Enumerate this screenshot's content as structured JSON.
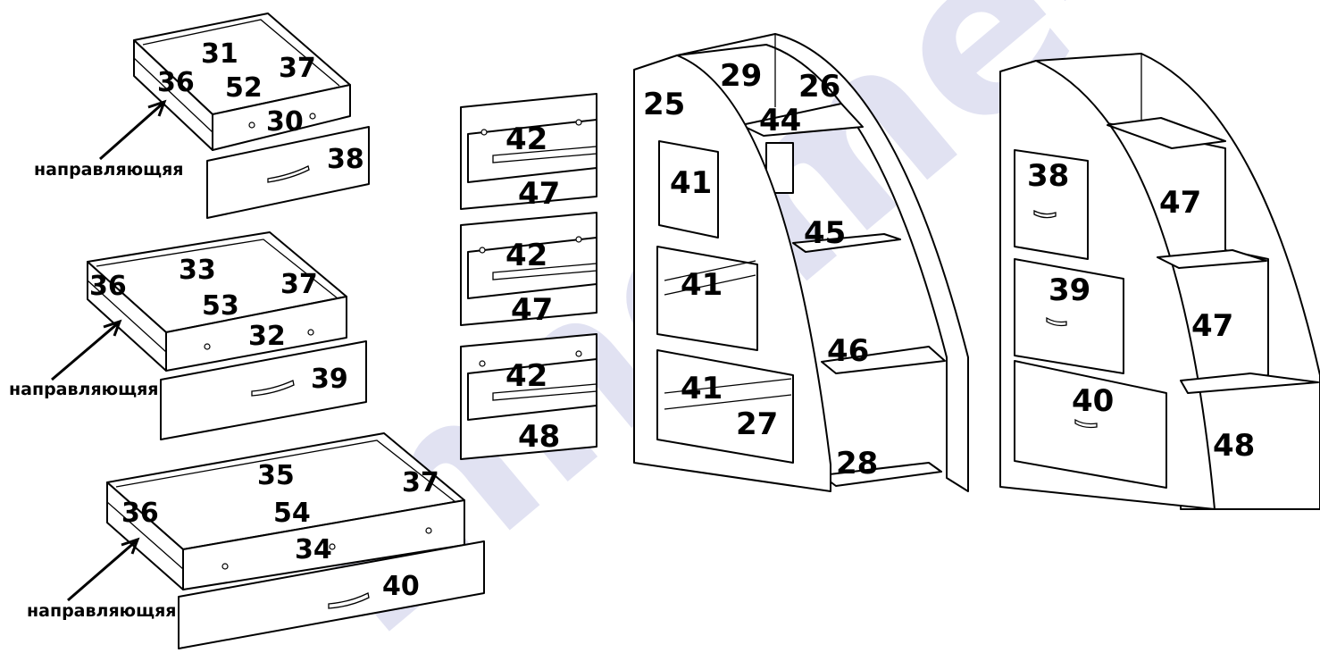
{
  "watermark": "mnome-mebe",
  "guide_label": "направляющяя",
  "drawers": [
    {
      "bottom": "52",
      "back": "31",
      "front": "30",
      "side_left": "36",
      "side_right": "37",
      "facade": "38",
      "guide": "направляющяя"
    },
    {
      "bottom": "53",
      "back": "33",
      "front": "32",
      "side_left": "36",
      "side_right": "37",
      "facade": "39",
      "guide": "направляющяя"
    },
    {
      "bottom": "54",
      "back": "35",
      "front": "34",
      "side_left": "36",
      "side_right": "37",
      "facade": "40",
      "guide": "направляющяя"
    }
  ],
  "inserts": [
    {
      "plank": "42",
      "panel": "47"
    },
    {
      "plank": "42",
      "panel": "47"
    },
    {
      "plank": "42",
      "panel": "48"
    }
  ],
  "frame": {
    "side_outer": "25",
    "top": "29",
    "side_inner": "26",
    "shelf_1": "44",
    "shelf_2": "45",
    "shelf_3": "46",
    "bottom": "28",
    "back": "27",
    "openings": [
      "41",
      "41",
      "41"
    ]
  },
  "assembled": {
    "facades": [
      "38",
      "39",
      "40"
    ],
    "panels": [
      "47",
      "47",
      "48"
    ]
  }
}
